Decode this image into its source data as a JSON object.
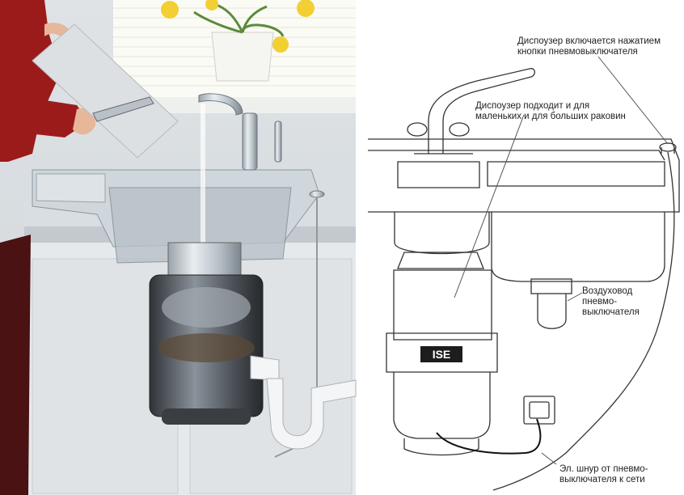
{
  "colors": {
    "wall": "#e9ecef",
    "window_light": "#fbfbf5",
    "cabinet": "#e2e5e8",
    "sink_steel": "#c9d1d7",
    "disposer_dark": "#4a4f55",
    "sweater": "#9b1b1b",
    "flower": "#f2cf33",
    "line_art": "#333333"
  },
  "logo": {
    "brand": "ISE"
  },
  "annotations": {
    "button": "Диспоузер включается нажатием\nкнопки пневмовыключателя",
    "fits": "Диспоузер подходит и для\nмаленьких и для больших раковин",
    "air_duct": "Воздуховод\nпневмо-\nвыключателя",
    "cord": "Эл. шнур от пневмо-\nвыключателя к сети"
  }
}
